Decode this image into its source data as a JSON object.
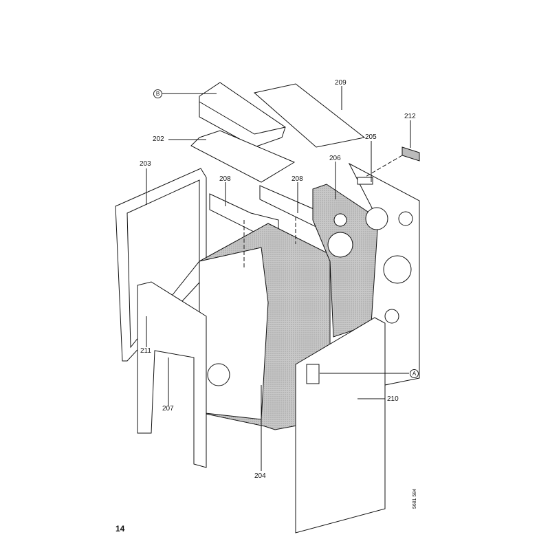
{
  "callouts": {
    "b": "B",
    "a": "A",
    "p202": "202",
    "p203": "203",
    "p204": "204",
    "p205": "205",
    "p206": "206",
    "p207": "207",
    "p208a": "208",
    "p208b": "208",
    "p209": "209",
    "p210": "210",
    "p211": "211",
    "p212": "212"
  },
  "page_number": "14",
  "document_id": "5681 584"
}
